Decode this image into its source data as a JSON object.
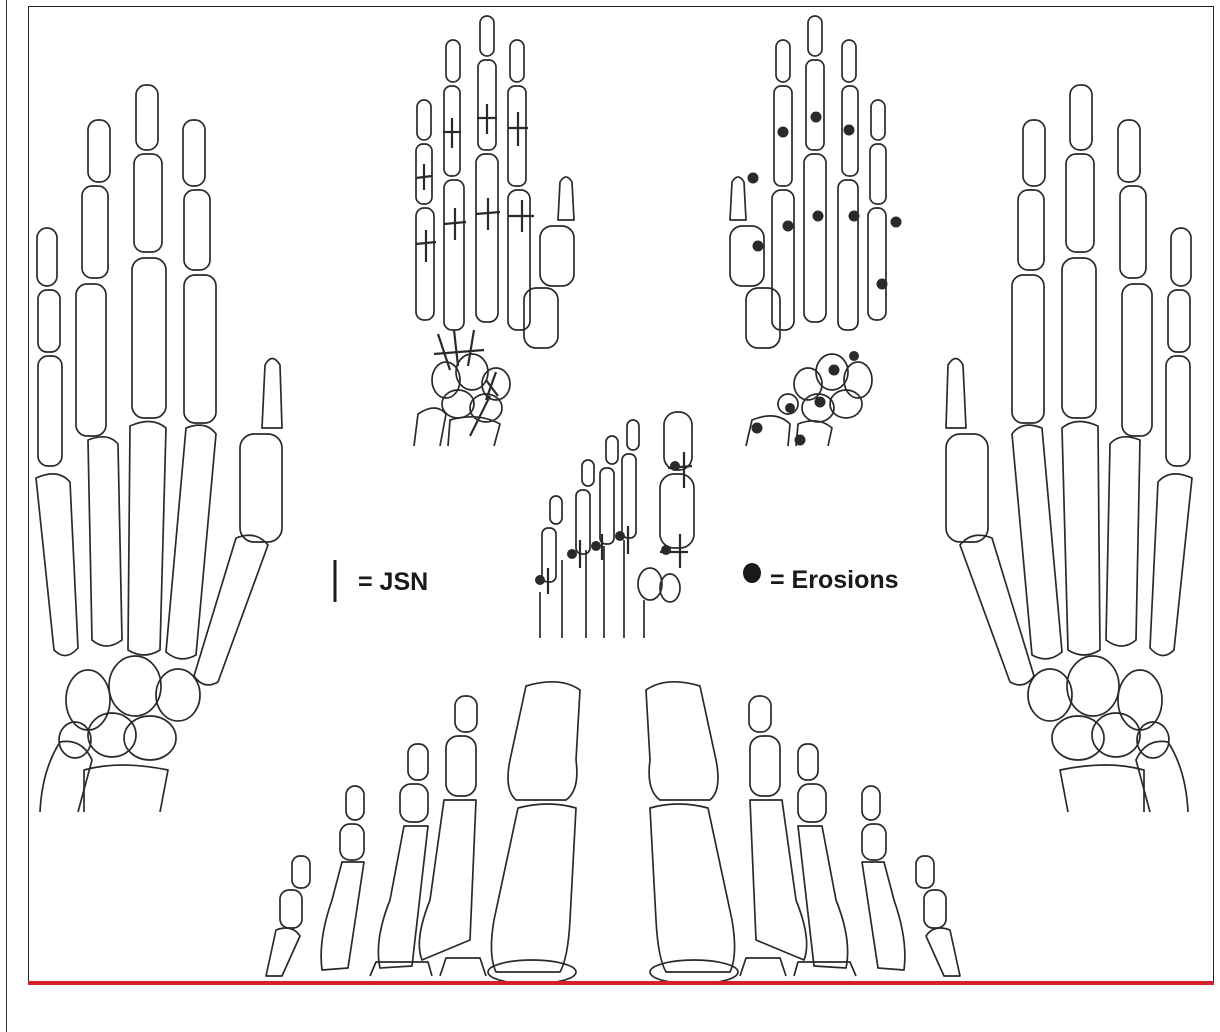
{
  "legend": {
    "jsn_label": "= JSN",
    "erosions_label": "= Erosions"
  },
  "colors": {
    "line": "#2a2a2a",
    "rule": "#d4202a",
    "background": "#ffffff"
  },
  "figure": {
    "panels": [
      "hand-left",
      "hand-jsn",
      "hand-erosions",
      "hand-right",
      "foot-jsn",
      "foot-left",
      "foot-right"
    ]
  }
}
